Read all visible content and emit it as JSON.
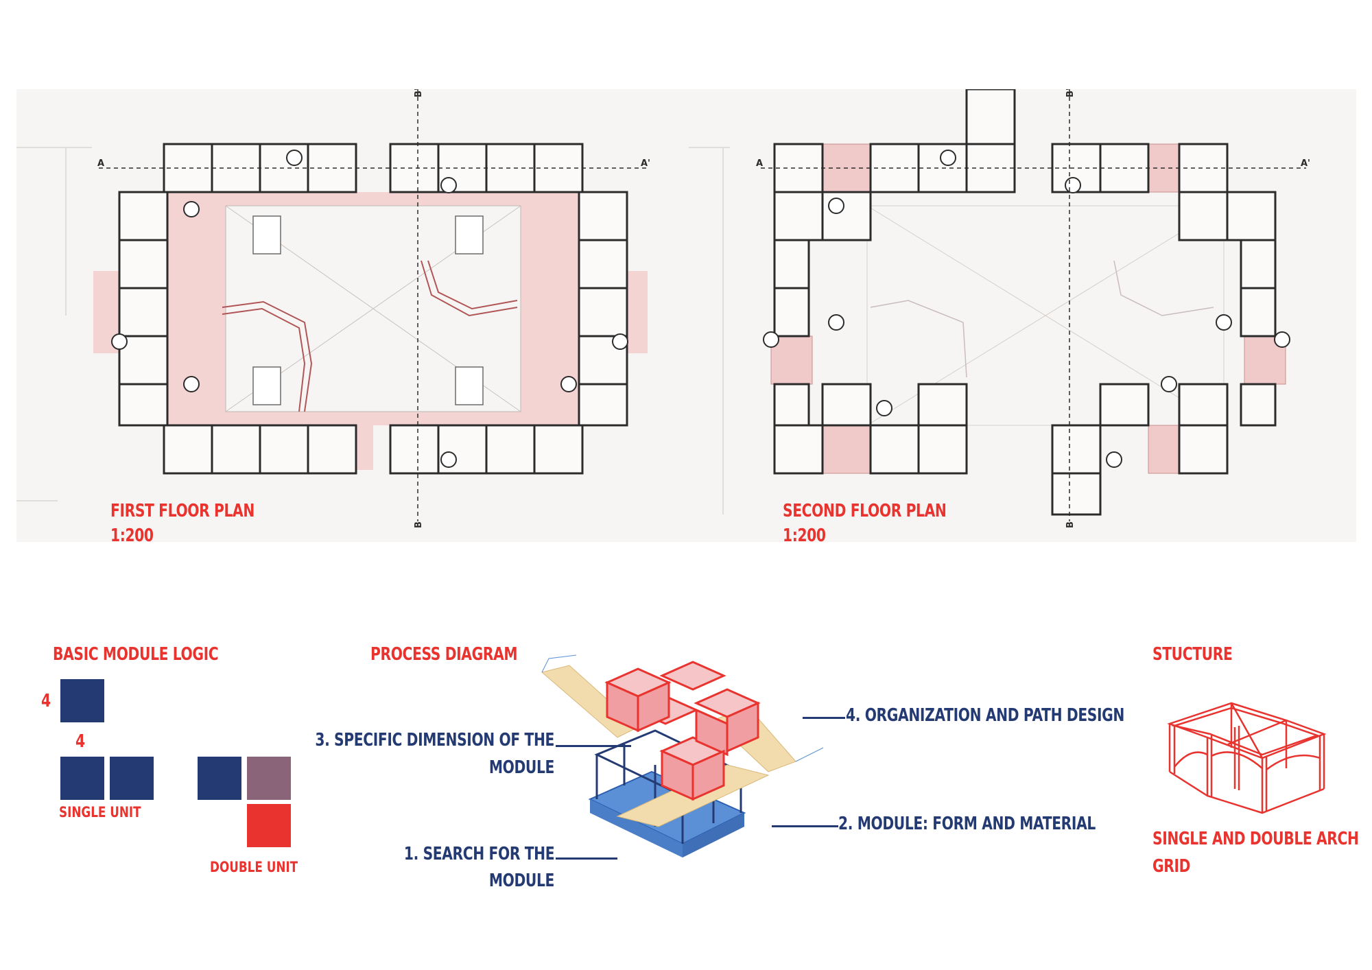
{
  "plans": {
    "first": {
      "title": "FIRST FLOOR PLAN",
      "scale": "1:200"
    },
    "second": {
      "title": "SECOND FLOOR PLAN",
      "scale": "1:200"
    },
    "section_markers": {
      "a": "A",
      "a_prime": "A'",
      "b": "B",
      "b_prime": "B'"
    }
  },
  "module_logic": {
    "title": "BASIC MODULE LOGIC",
    "dim_side": "4",
    "dim_top": "4",
    "single_label": "SINGLE UNIT",
    "double_label": "DOUBLE UNIT",
    "colors": {
      "navy": "#243a72",
      "mauve": "#8a6478",
      "red": "#e8332f"
    }
  },
  "process": {
    "title": "PROCESS DIAGRAM",
    "step3_line1": "3. SPECIFIC DIMENSION OF THE",
    "step3_line2": "MODULE",
    "step4": "4. ORGANIZATION AND PATH DESIGN",
    "step2": "2. MODULE: FORM AND MATERIAL",
    "step1_line1": "1. SEARCH FOR THE",
    "step1_line2": "MODULE"
  },
  "structure": {
    "title": "STUCTURE",
    "caption_line1": "SINGLE AND DOUBLE ARCH",
    "caption_line2": "GRID"
  }
}
